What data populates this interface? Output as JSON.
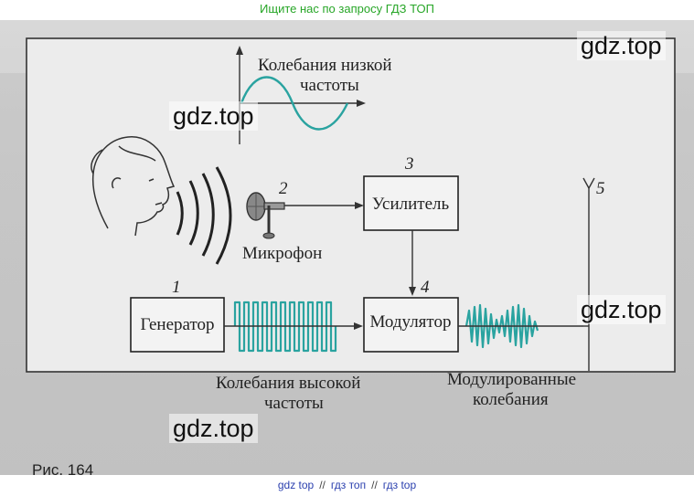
{
  "header_link": "Ищите нас по запросу ГДЗ ТОП",
  "footer_links": [
    "gdz top",
    "гдз топ",
    "гдз top"
  ],
  "watermarks": [
    "gdz.top",
    "gdz.top",
    "gdz.top",
    "gdz.top"
  ],
  "figure_caption": "Рис. 164",
  "diagram": {
    "low_freq_label_1": "Колебания низкой",
    "low_freq_label_2": "частоты",
    "mic_label": "Микрофон",
    "amplifier": "Усилитель",
    "generator": "Генератор",
    "modulator": "Модулятор",
    "high_freq_label_1": "Колебания высокой",
    "high_freq_label_2": "частоты",
    "modulated_label_1": "Модулированные",
    "modulated_label_2": "колебания",
    "num_1": "1",
    "num_2": "2",
    "num_3": "3",
    "num_4": "4",
    "num_5": "5"
  },
  "colors": {
    "wave": "#2aa3a0",
    "header_link": "#27a627",
    "footer_link": "#2a3fae"
  }
}
